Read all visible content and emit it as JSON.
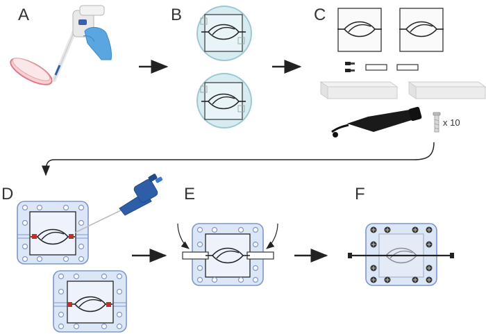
{
  "panels": {
    "a": "A",
    "b": "B",
    "c": "C",
    "d": "D",
    "e": "E",
    "f": "F"
  },
  "screw_count_label": "x 10",
  "colors": {
    "dish_fill": "#d6ecf1",
    "dish_stroke": "#9dc7d2",
    "frame_fill": "#dbe6f7",
    "frame_stroke": "#7f95c9",
    "pipette_blue": "#2f5ea8",
    "glove_blue": "#5aa6e0",
    "arrow": "#222222",
    "red_port": "#c0302a",
    "petri_pink": "#e9a0a8"
  }
}
